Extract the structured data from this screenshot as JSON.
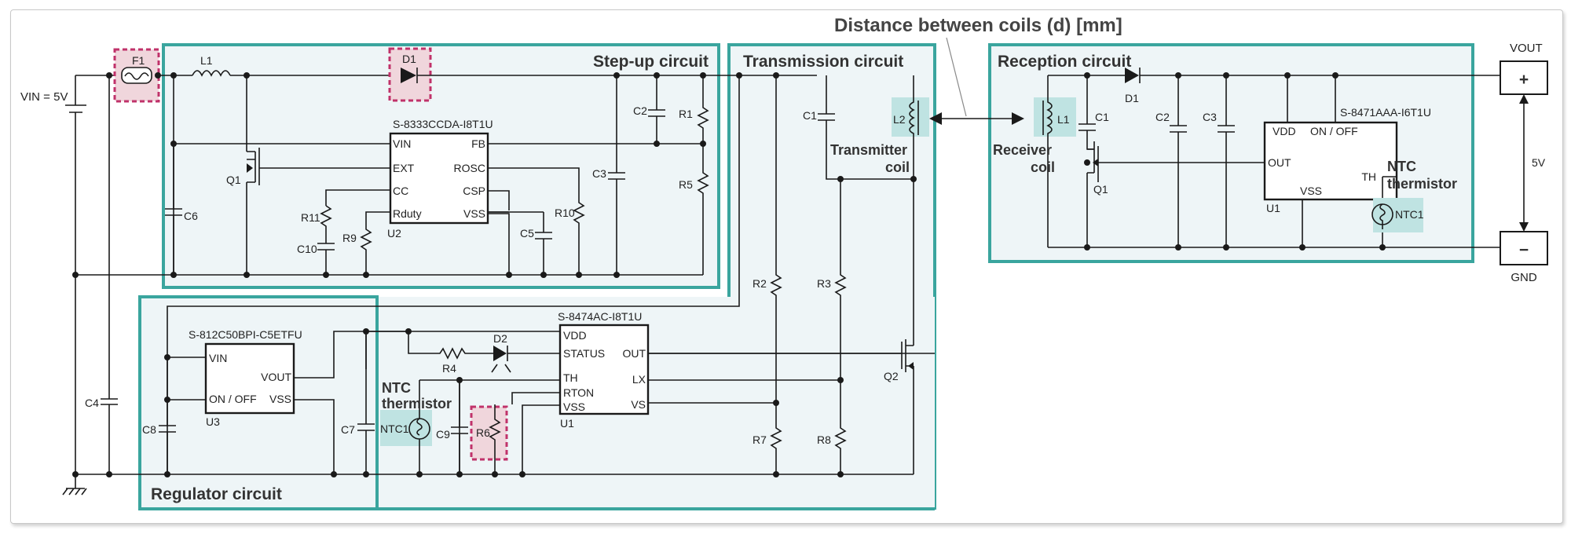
{
  "title": "Distance between coils (d) [mm]",
  "sections": {
    "stepup": "Step-up circuit",
    "transmission": "Transmission circuit",
    "reception": "Reception circuit",
    "regulator": "Regulator circuit"
  },
  "supply": {
    "vin": "VIN = 5V",
    "vout": "VOUT",
    "gnd": "GND",
    "volt": "5V",
    "plus": "+",
    "minus": "−"
  },
  "chips": {
    "u2": {
      "part": "S-8333CCDA-I8T1U",
      "ref": "U2",
      "pins_left": [
        "VIN",
        "EXT",
        "CC",
        "Rduty"
      ],
      "pins_right": [
        "FB",
        "ROSC",
        "CSP",
        "VSS"
      ]
    },
    "u3": {
      "part": "S-812C50BPI-C5ETFU",
      "ref": "U3",
      "pins_left": [
        "VIN",
        "ON / OFF"
      ],
      "pins_right": [
        "VOUT",
        "VSS"
      ]
    },
    "u1t": {
      "part": "S-8474AC-I8T1U",
      "ref": "U1",
      "pins_left": [
        "VDD",
        "STATUS",
        "TH",
        "RTON",
        "VSS"
      ],
      "pins_right": [
        "OUT",
        "LX",
        "VS"
      ]
    },
    "u1r": {
      "part": "S-8471AAA-I6T1U",
      "ref": "U1",
      "pins_top": [
        "VDD",
        "ON / OFF"
      ],
      "pin_out": "OUT",
      "pin_vss": "VSS",
      "pin_th": "TH"
    }
  },
  "components": {
    "f1": "F1",
    "l1": "L1",
    "d1": "D1",
    "c2": "C2",
    "r1": "R1",
    "c3": "C3",
    "r5": "R5",
    "r10": "R10",
    "c5": "C5",
    "q1": "Q1",
    "r11": "R11",
    "c10": "C10",
    "r9": "R9",
    "c6": "C6",
    "c4": "C4",
    "c8": "C8",
    "c7": "C7",
    "r4": "R4",
    "d2": "D2",
    "c9": "C9",
    "r6": "R6",
    "ntc1": "NTC1",
    "c1": "C1",
    "l2": "L2",
    "r2": "R2",
    "r3": "R3",
    "r7": "R7",
    "r8": "R8",
    "q2": "Q2",
    "rx_l1": "L1",
    "rx_c1": "C1",
    "rx_d1": "D1",
    "rx_c2": "C2",
    "rx_c3": "C3",
    "rx_q1": "Q1",
    "rx_ntc1": "NTC1"
  },
  "notes": {
    "transmitter_coil_1": "Transmitter",
    "transmitter_coil_2": "coil",
    "receiver_coil_1": "Receiver",
    "receiver_coil_2": "coil",
    "ntc_thermistor_1": "NTC",
    "ntc_thermistor_2": "thermistor",
    "ntc_tx_1": "NTC",
    "ntc_tx_2": "thermistor"
  },
  "colors": {
    "section_border": "#3aa59e",
    "section_fill": "#eef5f7",
    "highlight_pink": "#f0d6dc",
    "highlight_teal": "#bfe3e2"
  }
}
